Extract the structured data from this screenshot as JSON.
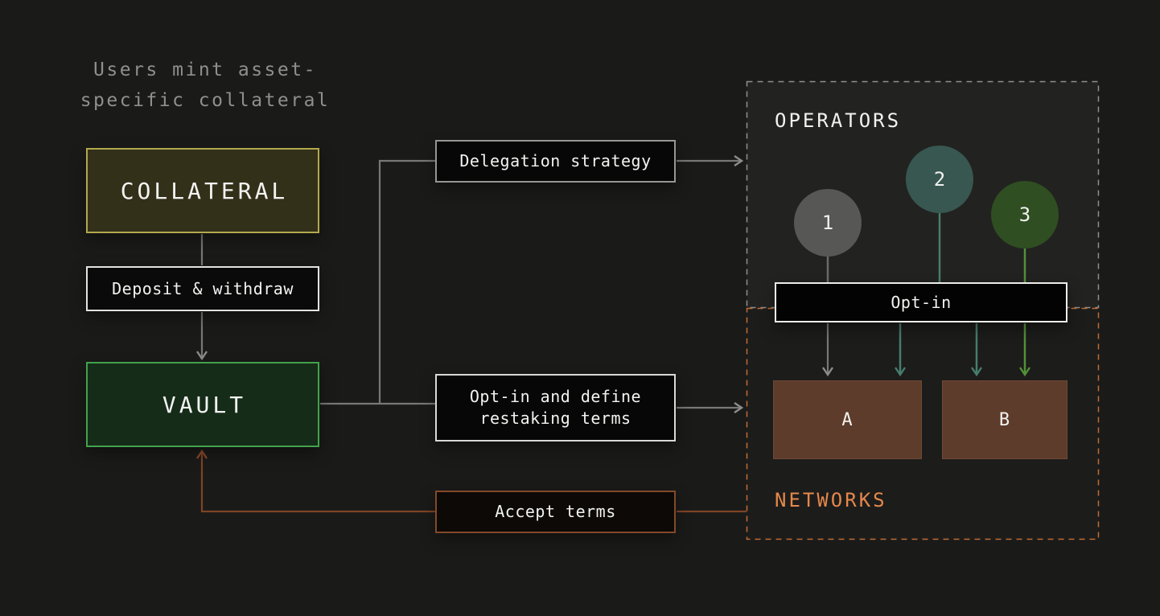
{
  "caption": {
    "line1": "Users mint asset-",
    "line2": "specific collateral"
  },
  "nodes": {
    "collateral": {
      "label": "COLLATERAL"
    },
    "deposit_withdraw": {
      "label": "Deposit & withdraw"
    },
    "vault": {
      "label": "VAULT"
    },
    "delegation_strategy": {
      "label": "Delegation strategy"
    },
    "optin_define": {
      "line1": "Opt-in and define",
      "line2": "restaking terms"
    },
    "accept_terms": {
      "label": "Accept terms"
    },
    "optin_bar": {
      "label": "Opt-in"
    }
  },
  "operators": {
    "title": "OPERATORS",
    "items": [
      {
        "label": "1"
      },
      {
        "label": "2"
      },
      {
        "label": "3"
      }
    ]
  },
  "networks": {
    "title": "NETWORKS",
    "items": [
      {
        "label": "A"
      },
      {
        "label": "B"
      }
    ]
  },
  "colors": {
    "background": "#1a1a19",
    "collateral_border": "#b2a94d",
    "vault_border": "#42a24b",
    "accent_brown": "#7e4427",
    "accent_orange": "#e5874b",
    "networks_dash": "#bf6c34",
    "operators_dash": "#8f8f8f",
    "teal": "#477d6e",
    "green": "#539038",
    "gray_line": "#787878",
    "network_box": "#5e3c2b",
    "operator_circle_1": "#575755",
    "operator_circle_2": "#375750",
    "operator_circle_3": "#2f4e22"
  }
}
